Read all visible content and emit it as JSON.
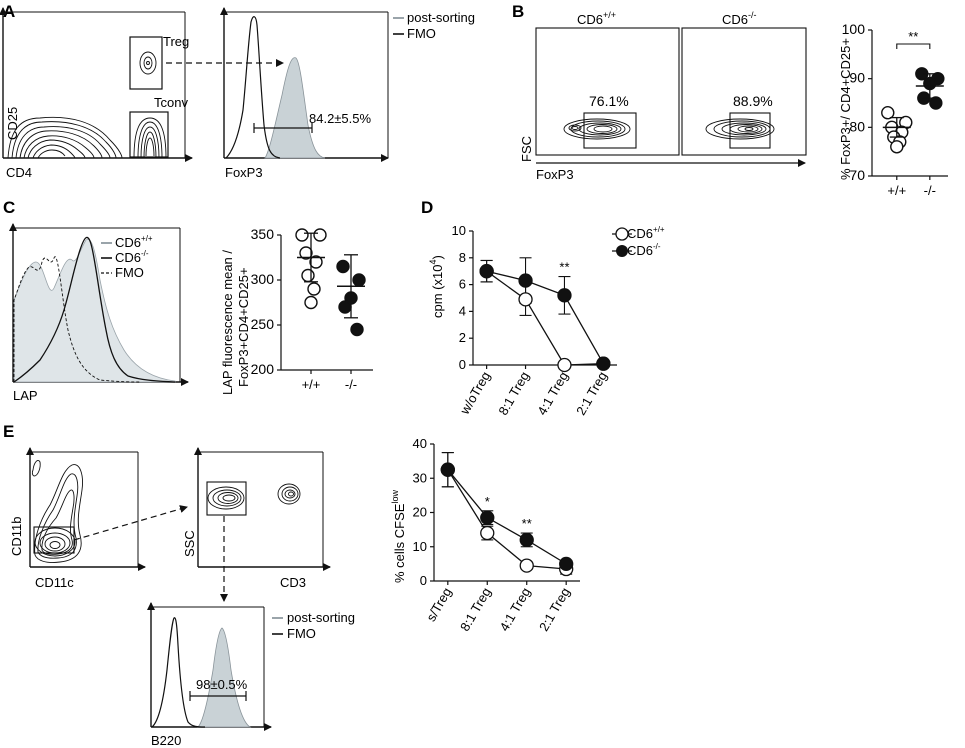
{
  "panels": {
    "A": {
      "letter": "A",
      "dot": {
        "xlabel": "CD4",
        "ylabel": "CD25",
        "gate_treg": "Treg",
        "gate_tconv": "Tconv"
      },
      "hist": {
        "xlabel": "FoxP3",
        "stat": "84.2±5.5%",
        "legend": [
          "post-sorting",
          "FMO"
        ]
      }
    },
    "B": {
      "letter": "B",
      "wt_title": "CD6",
      "wt_sup": "+/+",
      "ko_title": "CD6",
      "ko_sup": "-/-",
      "wt_pct": "76.1%",
      "ko_pct": "88.9%",
      "xlabel": "FoxP3",
      "ylabel": "FSC",
      "scatter_ylabel": "% FoxP3+/ CD4+CD25+",
      "groups": [
        "+/+",
        "-/-"
      ],
      "yticks": [
        "70",
        "80",
        "90",
        "100"
      ],
      "sig": "**"
    },
    "C": {
      "letter": "C",
      "xlabel": "LAP",
      "legend": [
        {
          "name": "CD6",
          "sup": "+/+"
        },
        {
          "name": "CD6",
          "sup": "-/-"
        },
        {
          "name": "FMO",
          "sup": ""
        }
      ],
      "scatter_ylabel1": "LAP fluorescence mean /",
      "scatter_ylabel2": "FoxP3+CD4+CD25+",
      "groups": [
        "+/+",
        "-/-"
      ],
      "yticks": [
        "200",
        "250",
        "300",
        "350"
      ]
    },
    "D": {
      "letter": "D",
      "ylabel_main": "cpm (x10",
      "ylabel_sup": "4",
      "ylabel_end": ")",
      "yticks": [
        "0",
        "2",
        "4",
        "6",
        "8",
        "10"
      ],
      "categories": [
        "w/oTreg",
        "8:1 Treg",
        "4:1 Treg",
        "2:1 Treg"
      ],
      "legend": [
        {
          "name": "CD6",
          "sup": "+/+"
        },
        {
          "name": "CD6",
          "sup": "-/-"
        }
      ],
      "sig": "**"
    },
    "E": {
      "letter": "E",
      "dot1": {
        "xlabel": "CD11c",
        "ylabel": "CD11b"
      },
      "dot2": {
        "xlabel": "CD3",
        "ylabel": "SSC"
      },
      "hist": {
        "xlabel": "B220",
        "stat": "98±0.5%",
        "legend": [
          "post-sorting",
          "FMO"
        ]
      },
      "ylabel_main": "% cells CFSE",
      "ylabel_sup": "low",
      "yticks": [
        "0",
        "10",
        "20",
        "30",
        "40"
      ],
      "categories": [
        "s/Treg",
        "8:1 Treg",
        "4:1 Treg",
        "2:1 Treg"
      ],
      "sig": [
        "*",
        "**"
      ]
    }
  },
  "chart_data": [
    {
      "type": "scatter",
      "panel": "B",
      "categories": [
        "+/+",
        "-/-"
      ],
      "series": [
        {
          "name": "+/+",
          "values": [
            83,
            81,
            80,
            79,
            78,
            77,
            76
          ],
          "mean": 80,
          "sd": 2
        },
        {
          "name": "-/-",
          "values": [
            91,
            90,
            89,
            86,
            85
          ],
          "mean": 88.5,
          "sd": 2.5
        }
      ],
      "ylim": [
        70,
        100
      ],
      "ylabel": "% FoxP3+/ CD4+CD25+"
    },
    {
      "type": "scatter",
      "panel": "C",
      "categories": [
        "+/+",
        "-/-"
      ],
      "series": [
        {
          "name": "+/+",
          "values": [
            350,
            350,
            330,
            320,
            305,
            290,
            275
          ],
          "mean": 325,
          "sd": 27
        },
        {
          "name": "-/-",
          "values": [
            315,
            300,
            280,
            270,
            245
          ],
          "mean": 293,
          "sd": 35
        }
      ],
      "ylim": [
        200,
        350
      ],
      "ylabel": "LAP fluorescence mean / FoxP3+CD4+CD25+"
    },
    {
      "type": "line",
      "panel": "D",
      "categories": [
        "w/oTreg",
        "8:1 Treg",
        "4:1 Treg",
        "2:1 Treg"
      ],
      "series": [
        {
          "name": "CD6+/+",
          "values": [
            7.0,
            4.9,
            0.0,
            0.1
          ],
          "err": [
            0.8,
            1.2,
            0.2,
            0.2
          ]
        },
        {
          "name": "CD6-/-",
          "values": [
            7.0,
            6.3,
            5.2,
            0.1
          ],
          "err": [
            0.8,
            1.7,
            1.4,
            0.2
          ]
        }
      ],
      "ylim": [
        0,
        10
      ],
      "ylabel": "cpm (x10^4)"
    },
    {
      "type": "line",
      "panel": "E",
      "categories": [
        "s/Treg",
        "8:1 Treg",
        "4:1 Treg",
        "2:1 Treg"
      ],
      "series": [
        {
          "name": "open",
          "values": [
            32.5,
            14,
            4.5,
            3.5
          ],
          "err": [
            5,
            2,
            1,
            1.5
          ]
        },
        {
          "name": "filled",
          "values": [
            32.5,
            18.5,
            12,
            5
          ],
          "err": [
            5,
            2,
            2,
            1
          ]
        }
      ],
      "ylim": [
        0,
        40
      ],
      "ylabel": "% cells CFSE low"
    }
  ],
  "colors": {
    "ink": "#111111",
    "fill_grey": "#c9d2d6",
    "fill_light": "#dfe5e8"
  }
}
